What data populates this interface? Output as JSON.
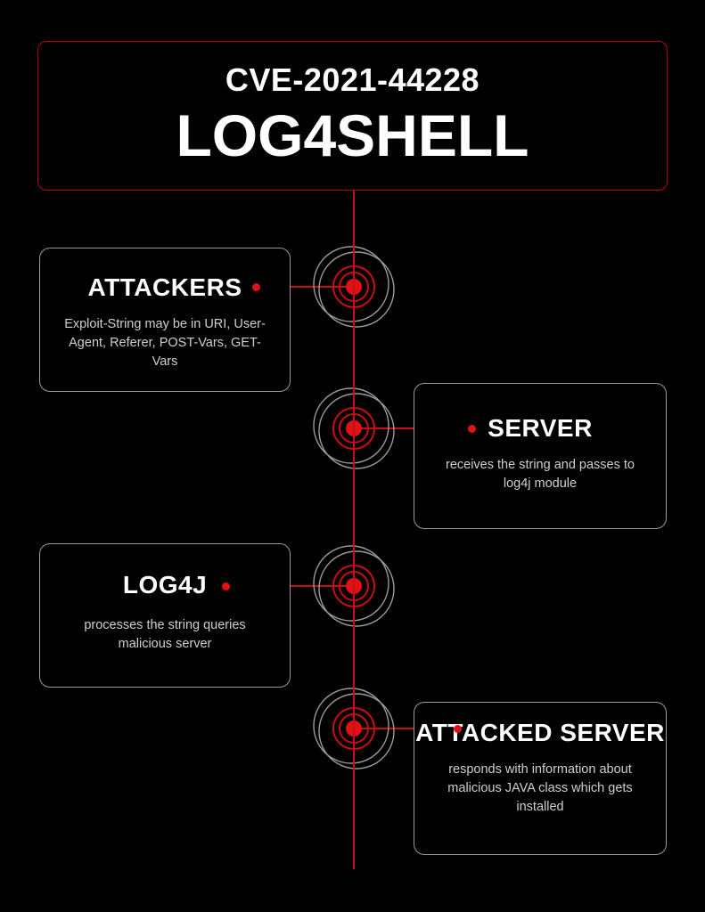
{
  "page": {
    "background_color": "#000000",
    "accent_red": "#c80d14",
    "dot_red": "#e01218",
    "card_border_gray": "#9a9a9a",
    "text_white": "#ffffff",
    "text_gray": "#cfcfcf"
  },
  "header": {
    "cve_id": "CVE-2021-44228",
    "title": "LOG4SHELL",
    "border_color": "#b3070d"
  },
  "timeline": {
    "orientation": "vertical",
    "color": "#c80d14",
    "marker_count": 4
  },
  "steps": [
    {
      "id": "attackers",
      "order": 1,
      "side": "left",
      "title": "ATTACKERS",
      "description": "Exploit-String may be in URI, User-Agent, Referer, POST-Vars, GET-Vars",
      "marker": "target-icon"
    },
    {
      "id": "server",
      "order": 2,
      "side": "right",
      "title": "SERVER",
      "description": "receives the string and passes to log4j module",
      "marker": "target-icon"
    },
    {
      "id": "log4j",
      "order": 3,
      "side": "left",
      "title": "LOG4J",
      "description": "processes the string queries malicious server",
      "marker": "target-icon"
    },
    {
      "id": "attacked-server",
      "order": 4,
      "side": "right",
      "title": "ATTACKED SERVER",
      "description": "responds with information about malicious JAVA class which gets installed",
      "marker": "target-icon"
    }
  ]
}
